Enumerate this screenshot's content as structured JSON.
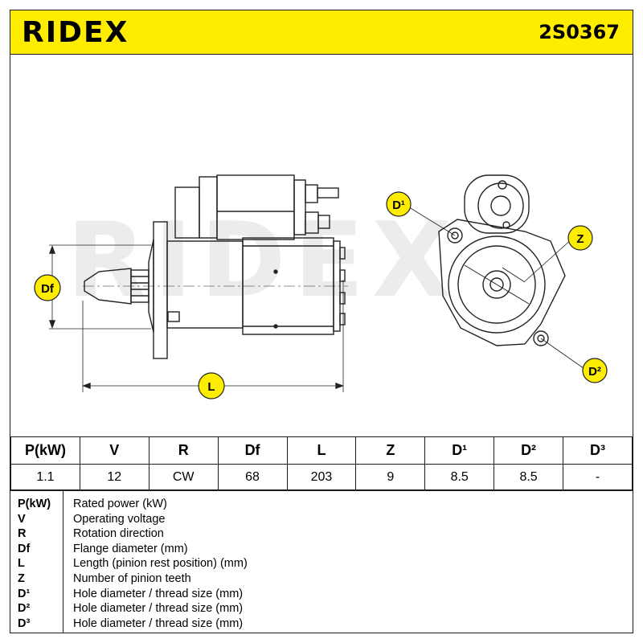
{
  "header": {
    "brand": "RIDEX",
    "part_number": "2S0367",
    "background_color": "#ffed00"
  },
  "drawing": {
    "watermark": "RIDEX",
    "labels": {
      "df": "Df",
      "l": "L",
      "d1": "D¹",
      "d2": "D²",
      "z": "Z"
    },
    "label_color": "#ffed00"
  },
  "spec_table": {
    "headers": [
      "P(kW)",
      "V",
      "R",
      "Df",
      "L",
      "Z",
      "D¹",
      "D²",
      "D³"
    ],
    "values": [
      "1.1",
      "12",
      "CW",
      "68",
      "203",
      "9",
      "8.5",
      "8.5",
      "-"
    ]
  },
  "legend": [
    {
      "key": "P(kW)",
      "desc": "Rated power (kW)"
    },
    {
      "key": "V",
      "desc": "Operating voltage"
    },
    {
      "key": "R",
      "desc": "Rotation direction"
    },
    {
      "key": "Df",
      "desc": "Flange diameter (mm)"
    },
    {
      "key": "L",
      "desc": "Length (pinion rest position) (mm)"
    },
    {
      "key": "Z",
      "desc": "Number of pinion teeth"
    },
    {
      "key": "D¹",
      "desc": "Hole diameter / thread size (mm)"
    },
    {
      "key": "D²",
      "desc": "Hole diameter / thread size (mm)"
    },
    {
      "key": "D³",
      "desc": "Hole diameter / thread size (mm)"
    }
  ]
}
